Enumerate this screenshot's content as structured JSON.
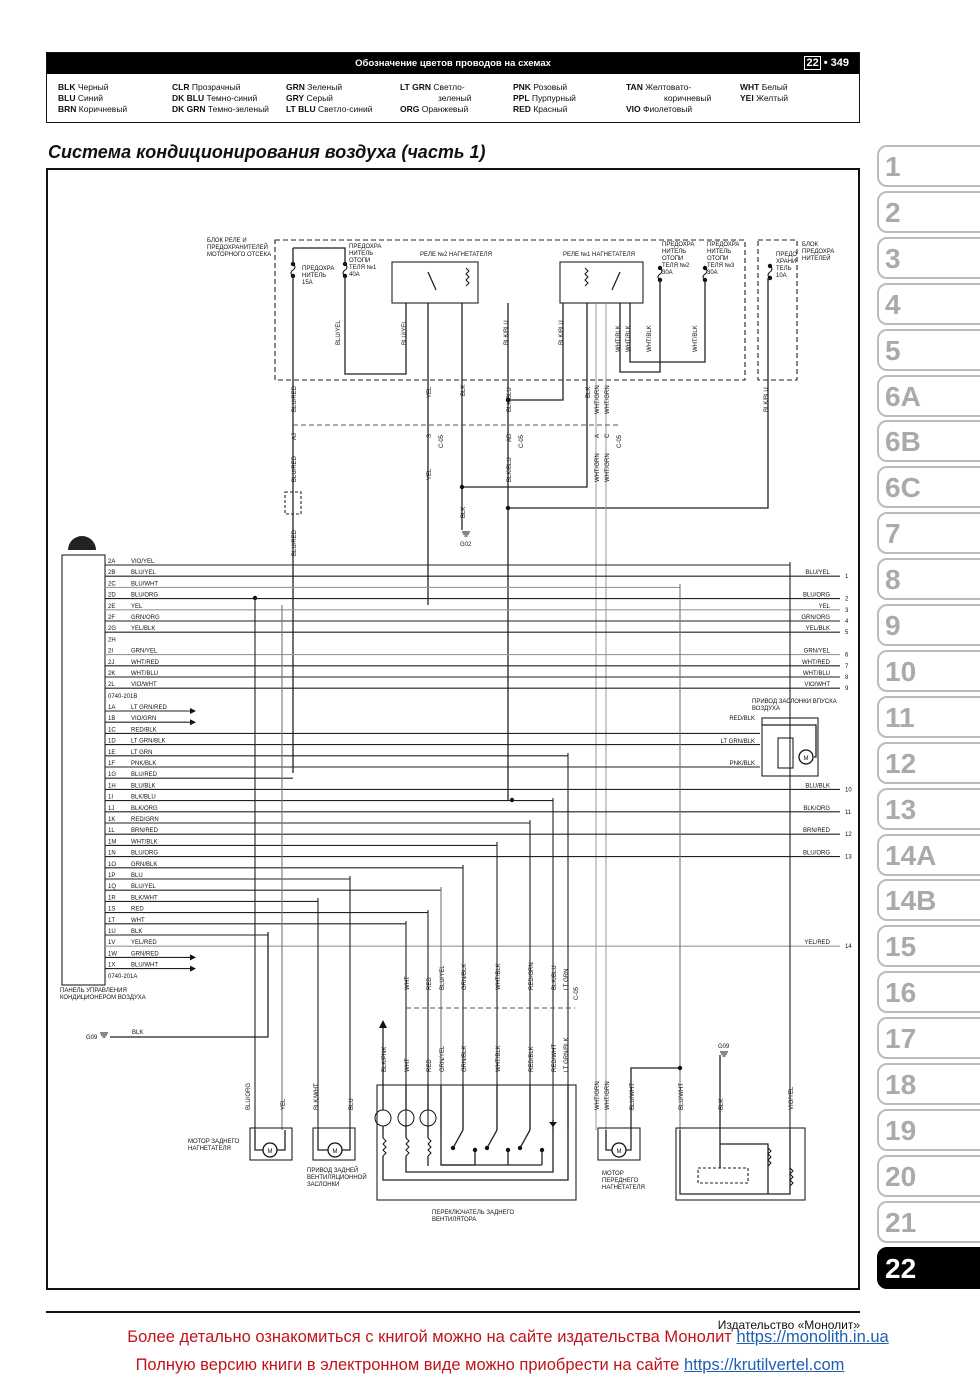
{
  "header": {
    "title": "Обозначение цветов проводов на схемах",
    "chapter": "22",
    "separator": "•",
    "page": "349"
  },
  "legend": [
    [
      {
        "code": "BLK",
        "name": "Черный"
      },
      {
        "code": "BLU",
        "name": "Синий"
      },
      {
        "code": "BRN",
        "name": "Коричневый"
      }
    ],
    [
      {
        "code": "CLR",
        "name": "Прозрачный"
      },
      {
        "code": "DK BLU",
        "name": "Темно-синий"
      },
      {
        "code": "DK GRN",
        "name": "Темно-зеленый"
      }
    ],
    [
      {
        "code": "GRN",
        "name": "Зеленый"
      },
      {
        "code": "GRY",
        "name": "Серый"
      },
      {
        "code": "LT BLU",
        "name": "Светло-синий"
      }
    ],
    [
      {
        "code": "LT GRN",
        "name": "Светло-"
      },
      {
        "code": "",
        "name": "зеленый"
      },
      {
        "code": "ORG",
        "name": "Оранжевый"
      }
    ],
    [
      {
        "code": "PNK",
        "name": "Розовый"
      },
      {
        "code": "PPL",
        "name": "Пурпурный"
      },
      {
        "code": "RED",
        "name": "Красный"
      }
    ],
    [
      {
        "code": "TAN",
        "name": "Желтовато-"
      },
      {
        "code": "",
        "name": "коричневый"
      },
      {
        "code": "VIO",
        "name": "Фиолетовый"
      }
    ],
    [
      {
        "code": "WHT",
        "name": "Белый"
      },
      {
        "code": "YEI",
        "name": "Желтый"
      }
    ]
  ],
  "page_title": "Система кондиционирования воздуха (часть 1)",
  "diagram": {
    "engine_box_label": [
      "БЛОК РЕЛЕ И",
      "ПРЕДОХРАНИТЕЛЕЙ",
      "МОТОРНОГО ОТСЕКА"
    ],
    "fuse_15a": [
      "ПРЕДОХРА",
      "НИТЕЛЬ",
      "15А"
    ],
    "fuse_heater1": [
      "ПРЕДОХРА",
      "НИТЕЛЬ",
      "ОТОПИ",
      "ТЕЛЯ №1",
      "40А"
    ],
    "relay2": "РЕЛЕ №2 НАГНЕТАТЕЛЯ",
    "relay1": "РЕЛЕ №1 НАГНЕТАТЕЛЯ",
    "fuse_heater2": [
      "ПРЕДОХРА",
      "НИТЕЛЬ",
      "ОТОПИ",
      "ТЕЛЯ №2",
      "30А"
    ],
    "fuse_heater3": [
      "ПРЕДОХРА",
      "НИТЕЛЬ",
      "ОТОПИ",
      "ТЕЛЯ №3",
      "30А"
    ],
    "fuse_10a": [
      "ПРЕДО",
      "ХРАНИ",
      "ТЕЛЬ",
      "10А"
    ],
    "fuse_box_label": [
      "БЛОК",
      "ПРЕДОХРА",
      "НИТЕЛЕЙ"
    ],
    "top_wires": [
      "BLU/YEL",
      "BLU/YEL",
      "BLK/BLU",
      "BLK/BLU",
      "WHT/BLK",
      "WHT/BLK",
      "WHT/BLK",
      "WHT/BLK"
    ],
    "mid_wires": [
      "BLU/RED",
      "YEL",
      "BLK",
      "BLK/BLU",
      "BLK",
      "WHT/GRN",
      "WHT/GRN",
      "BLK/BLU"
    ],
    "connector_pins": [
      "AJ",
      "S",
      "C-05",
      "AD",
      "C-05",
      "A",
      "C",
      "C-05"
    ],
    "lower_wires": [
      "BLU/RED",
      "YEL",
      "BLK/BLU",
      "WHT/GRN",
      "WHT/GRN",
      "BLK",
      "BLU/RED"
    ],
    "ground_top": "G02",
    "panel_pins_b": [
      {
        "pin": "2A",
        "wire": "VIO/YEL"
      },
      {
        "pin": "2B",
        "wire": "BLU/YEL"
      },
      {
        "pin": "2C",
        "wire": "BLU/WHT"
      },
      {
        "pin": "2D",
        "wire": "BLU/ORG"
      },
      {
        "pin": "2E",
        "wire": "YEL"
      },
      {
        "pin": "2F",
        "wire": "GRN/ORG"
      },
      {
        "pin": "2G",
        "wire": "YEL/BLK"
      },
      {
        "pin": "2H",
        "wire": ""
      },
      {
        "pin": "2I",
        "wire": "GRN/YEL"
      },
      {
        "pin": "2J",
        "wire": "WHT/RED"
      },
      {
        "pin": "2K",
        "wire": "WHT/BLU"
      },
      {
        "pin": "2L",
        "wire": "VIO/WHT"
      }
    ],
    "connector_b": "0740-201B",
    "panel_pins_a": [
      {
        "pin": "1A",
        "wire": "LT GRN/RED"
      },
      {
        "pin": "1B",
        "wire": "VIO/GRN"
      },
      {
        "pin": "1C",
        "wire": "RED/BLK"
      },
      {
        "pin": "1D",
        "wire": "LT GRN/BLK"
      },
      {
        "pin": "1E",
        "wire": "LT GRN"
      },
      {
        "pin": "1F",
        "wire": "PNK/BLK"
      },
      {
        "pin": "1G",
        "wire": "BLU/RED"
      },
      {
        "pin": "1H",
        "wire": "BLU/BLK"
      },
      {
        "pin": "1I",
        "wire": "BLK/BLU"
      },
      {
        "pin": "1J",
        "wire": "BLK/ORG"
      },
      {
        "pin": "1K",
        "wire": "RED/GRN"
      },
      {
        "pin": "1L",
        "wire": "BRN/RED"
      },
      {
        "pin": "1M",
        "wire": "WHT/BLK"
      },
      {
        "pin": "1N",
        "wire": "BLU/ORG"
      },
      {
        "pin": "1O",
        "wire": "GRN/BLK"
      },
      {
        "pin": "1P",
        "wire": "BLU"
      },
      {
        "pin": "1Q",
        "wire": "BLU/YEL"
      },
      {
        "pin": "1R",
        "wire": "BLK/WHT"
      },
      {
        "pin": "1S",
        "wire": "RED"
      },
      {
        "pin": "1T",
        "wire": "WHT"
      },
      {
        "pin": "1U",
        "wire": "BLK"
      },
      {
        "pin": "1V",
        "wire": "YEL/RED"
      },
      {
        "pin": "1W",
        "wire": "GRN/RED"
      },
      {
        "pin": "1X",
        "wire": "BLU/WHT"
      }
    ],
    "connector_a": "0740-201A",
    "panel_label": [
      "ПАНЕЛЬ УПРАВЛЕНИЯ",
      "КОНДИЦИОНЕРОМ ВОЗДУХА"
    ],
    "ground_left": "G09",
    "ground_left_wire": "BLK",
    "outputs": [
      {
        "wire": "BLU/YEL",
        "num": "1"
      },
      {
        "wire": "BLU/ORG",
        "num": "2"
      },
      {
        "wire": "YEL",
        "num": "3"
      },
      {
        "wire": "GRN/ORG",
        "num": "4"
      },
      {
        "wire": "YEL/BLK",
        "num": "5"
      },
      {
        "wire": "GRN/YEL",
        "num": "6"
      },
      {
        "wire": "WHT/RED",
        "num": "7"
      },
      {
        "wire": "WHT/BLU",
        "num": "8"
      },
      {
        "wire": "VIO/WHT",
        "num": "9"
      },
      {
        "wire": "BLU/BLK",
        "num": "10"
      },
      {
        "wire": "BLK/ORG",
        "num": "11"
      },
      {
        "wire": "BRN/RED",
        "num": "12"
      },
      {
        "wire": "BLU/ORG",
        "num": "13"
      },
      {
        "wire": "YEL/RED",
        "num": "14"
      }
    ],
    "intake_actuator": [
      "ПРИВОД ЗАСЛОНКИ ВПУСКА",
      "ВОЗДУХА"
    ],
    "intake_wires": [
      "RED/BLK",
      "LT GRN/BLK",
      "PNK/BLK"
    ],
    "switch_upper_wires": [
      "WHT",
      "RED",
      "BLU/YEL",
      "GRN/BLK",
      "WHT/BLK",
      "RED/GRN",
      "BLK/BLU",
      "LT GRN",
      "C-05"
    ],
    "switch_lower_wires": [
      "BLK/PNK",
      "WHT",
      "RED",
      "GRN/YEL",
      "GRN/BLK",
      "WHT/BLK",
      "RED/BLK",
      "RED/WHT",
      "LT GRN/BLK"
    ],
    "motor_wires": [
      "BLU/ORG",
      "YEL",
      "BLK/WHT",
      "BLU"
    ],
    "right_wires": [
      "WHT/GRN",
      "WHT/GRN",
      "BLU/WHT",
      "BLU/WHT",
      "BLK",
      "VIO/YEL"
    ],
    "ground_right": "G09",
    "motor_symbol": "M",
    "rear_blower": [
      "МОТОР ЗАДНЕГО",
      "НАГНЕТАТЕЛЯ"
    ],
    "rear_damper": [
      "ПРИВОД ЗАДНЕЙ",
      "ВЕНТИЛЯЦИОННОЙ",
      "ЗАСЛОНКИ"
    ],
    "rear_switch": [
      "ПЕРЕКЛЮЧАТЕЛЬ ЗАДНЕГО",
      "ВЕНТИЛЯТОРА"
    ],
    "front_blower": [
      "МОТОР",
      "ПЕРЕДНЕГО",
      "НАГНЕТАТЕЛЯ"
    ]
  },
  "tabs": [
    "1",
    "2",
    "3",
    "4",
    "5",
    "6A",
    "6B",
    "6C",
    "7",
    "8",
    "9",
    "10",
    "11",
    "12",
    "13",
    "14A",
    "14B",
    "15",
    "16",
    "17",
    "18",
    "19",
    "20",
    "21",
    "22"
  ],
  "active_tab": "22",
  "footer": {
    "publisher": "Издательство «Монолит»",
    "line1_text": "Более детально ознакомиться с книгой можно на сайте издательства Монолит ",
    "line1_link": "https://monolith.in.ua",
    "line2_text": "Полную версию книги в электронном виде можно приобрести на сайте ",
    "line2_link": "https://krutilvertel.com"
  }
}
